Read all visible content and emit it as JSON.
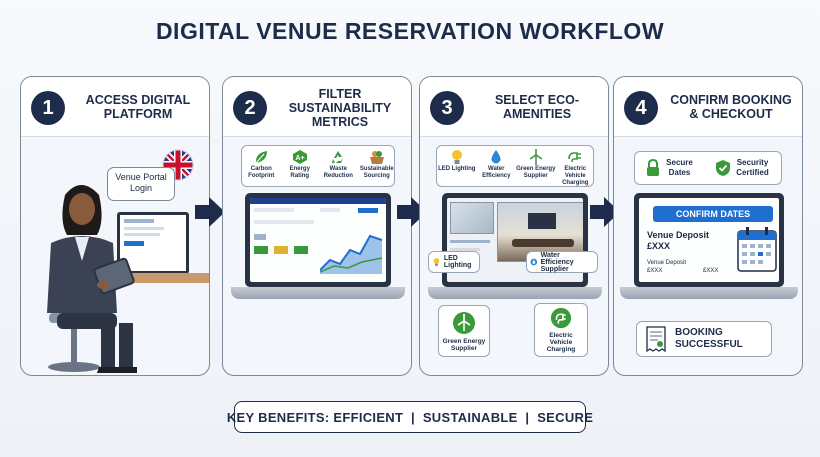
{
  "title": "DIGITAL VENUE RESERVATION WORKFLOW",
  "steps": [
    {
      "num": "1",
      "title": "ACCESS DIGITAL PLATFORM",
      "bubble": "Venue Portal Login"
    },
    {
      "num": "2",
      "title": "FILTER SUSTAINABILITY METRICS",
      "icons": [
        "Carbon Footprint",
        "Energy Rating",
        "Waste Reduction",
        "Sustainable Sourcing"
      ]
    },
    {
      "num": "3",
      "title": "SELECT ECO-AMENITIES",
      "icons": [
        "LED Lighting",
        "Water Efficiency",
        "Green Energy Supplier",
        "Electric Vehicle Charging"
      ],
      "callouts": [
        "LED Lighting",
        "Water Efficiency Supplier",
        "Green Energy Supplier",
        "Electric Vehicle Charging"
      ]
    },
    {
      "num": "4",
      "title": "CONFIRM BOOKING & CHECKOUT",
      "badges": [
        "Secure Dates",
        "Security Certified"
      ],
      "confirm_label": "CONFIRM DATES",
      "deposit_label": "Venue Deposit",
      "deposit_value": "£XXX",
      "deposit_small_label": "Venue Deposit",
      "deposit_small_value": "£XXX",
      "deposit_small_value2": "£XXX",
      "success": "BOOKING SUCCESSFUL"
    }
  ],
  "benefits": "KEY BENEFITS: EFFICIENT  |  SUSTAINABLE  |  SECURE",
  "colors": {
    "navy": "#1d2c4a",
    "accent": "#1f6fd0",
    "green": "#3a9a3a"
  }
}
